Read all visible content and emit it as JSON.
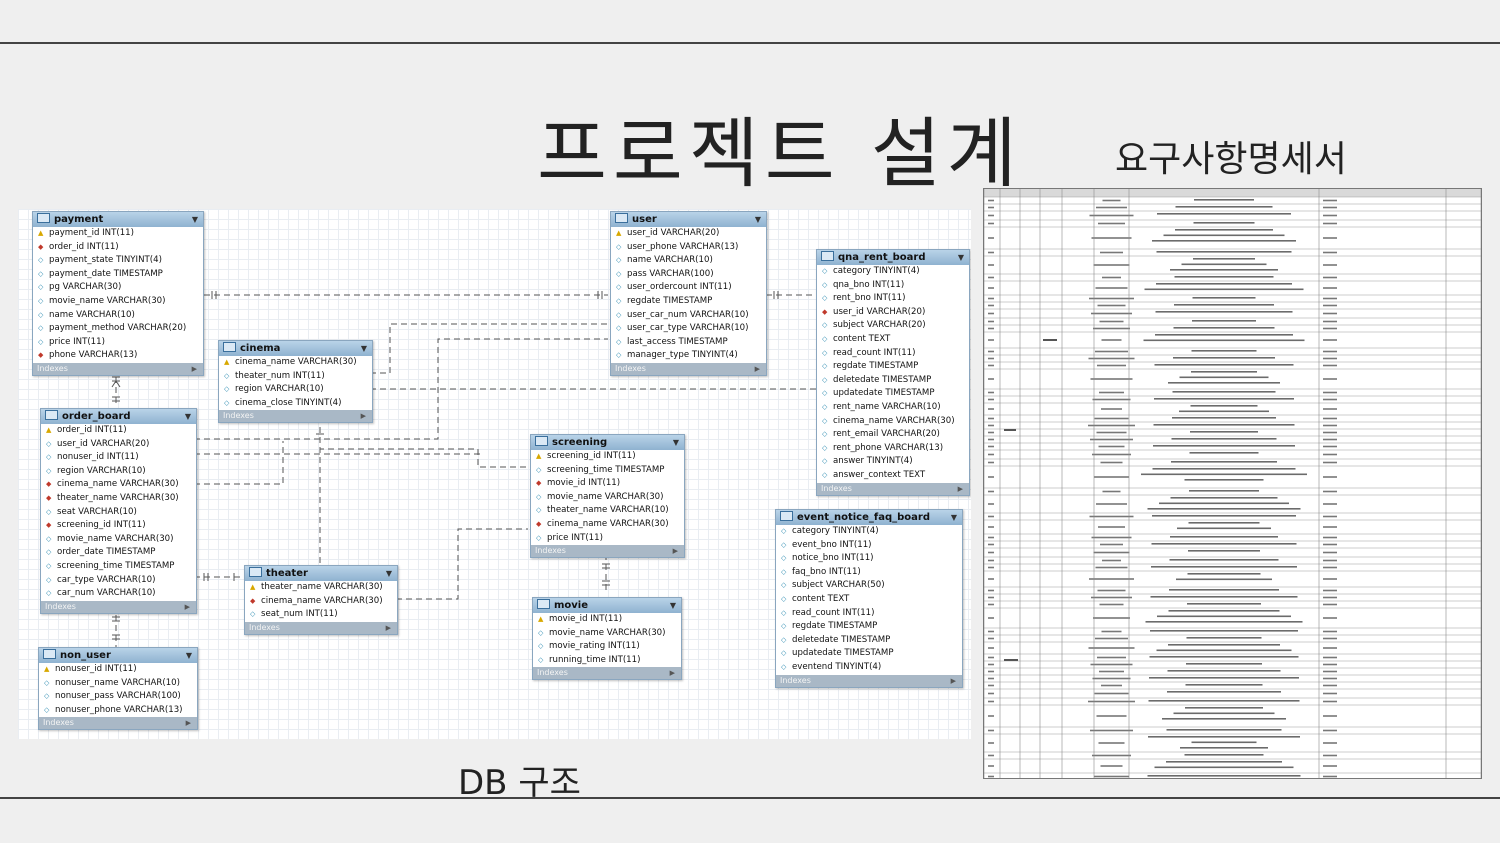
{
  "title": "프로젝트 설계",
  "requirements_label": "요구사항명세서",
  "db_label": "DB 구조",
  "indexes_label": "Indexes",
  "tables": [
    {
      "id": "payment",
      "name": "payment",
      "columns": [
        {
          "t": "pk",
          "text": "payment_id INT(11)"
        },
        {
          "t": "fk",
          "text": "order_id INT(11)"
        },
        {
          "t": "reg",
          "text": "payment_state TINYINT(4)"
        },
        {
          "t": "reg",
          "text": "payment_date TIMESTAMP"
        },
        {
          "t": "reg",
          "text": "pg VARCHAR(30)"
        },
        {
          "t": "reg",
          "text": "movie_name VARCHAR(30)"
        },
        {
          "t": "reg",
          "text": "name VARCHAR(10)"
        },
        {
          "t": "reg",
          "text": "payment_method VARCHAR(20)"
        },
        {
          "t": "reg",
          "text": "price INT(11)"
        },
        {
          "t": "fk",
          "text": "phone VARCHAR(13)"
        }
      ]
    },
    {
      "id": "user",
      "name": "user",
      "columns": [
        {
          "t": "pk",
          "text": "user_id VARCHAR(20)"
        },
        {
          "t": "reg",
          "text": "user_phone VARCHAR(13)"
        },
        {
          "t": "reg",
          "text": "name VARCHAR(10)"
        },
        {
          "t": "reg",
          "text": "pass VARCHAR(100)"
        },
        {
          "t": "reg",
          "text": "user_ordercount INT(11)"
        },
        {
          "t": "reg",
          "text": "regdate TIMESTAMP"
        },
        {
          "t": "reg",
          "text": "user_car_num VARCHAR(10)"
        },
        {
          "t": "reg",
          "text": "user_car_type VARCHAR(10)"
        },
        {
          "t": "reg",
          "text": "last_access TIMESTAMP"
        },
        {
          "t": "reg",
          "text": "manager_type TINYINT(4)"
        }
      ]
    },
    {
      "id": "qna_rent_board",
      "name": "qna_rent_board",
      "columns": [
        {
          "t": "reg",
          "text": "category TINYINT(4)"
        },
        {
          "t": "reg",
          "text": "qna_bno INT(11)"
        },
        {
          "t": "reg",
          "text": "rent_bno INT(11)"
        },
        {
          "t": "fk",
          "text": "user_id VARCHAR(20)"
        },
        {
          "t": "reg",
          "text": "subject VARCHAR(20)"
        },
        {
          "t": "reg",
          "text": "content TEXT"
        },
        {
          "t": "reg",
          "text": "read_count INT(11)"
        },
        {
          "t": "reg",
          "text": "regdate TIMESTAMP"
        },
        {
          "t": "reg",
          "text": "deletedate TIMESTAMP"
        },
        {
          "t": "reg",
          "text": "updatedate TIMESTAMP"
        },
        {
          "t": "reg",
          "text": "rent_name VARCHAR(10)"
        },
        {
          "t": "reg",
          "text": "cinema_name VARCHAR(30)"
        },
        {
          "t": "reg",
          "text": "rent_email VARCHAR(20)"
        },
        {
          "t": "reg",
          "text": "rent_phone VARCHAR(13)"
        },
        {
          "t": "reg",
          "text": "answer TINYINT(4)"
        },
        {
          "t": "reg",
          "text": "answer_context TEXT"
        }
      ]
    },
    {
      "id": "cinema",
      "name": "cinema",
      "columns": [
        {
          "t": "pk",
          "text": "cinema_name VARCHAR(30)"
        },
        {
          "t": "reg",
          "text": "theater_num INT(11)"
        },
        {
          "t": "reg",
          "text": "region VARCHAR(10)"
        },
        {
          "t": "reg",
          "text": "cinema_close TINYINT(4)"
        }
      ]
    },
    {
      "id": "order_board",
      "name": "order_board",
      "columns": [
        {
          "t": "pk",
          "text": "order_id INT(11)"
        },
        {
          "t": "reg",
          "text": "user_id VARCHAR(20)"
        },
        {
          "t": "reg",
          "text": "nonuser_id INT(11)"
        },
        {
          "t": "reg",
          "text": "region VARCHAR(10)"
        },
        {
          "t": "fk",
          "text": "cinema_name VARCHAR(30)"
        },
        {
          "t": "fk",
          "text": "theater_name VARCHAR(30)"
        },
        {
          "t": "reg",
          "text": "seat VARCHAR(10)"
        },
        {
          "t": "fk",
          "text": "screening_id INT(11)"
        },
        {
          "t": "reg",
          "text": "movie_name VARCHAR(30)"
        },
        {
          "t": "reg",
          "text": "order_date TIMESTAMP"
        },
        {
          "t": "reg",
          "text": "screening_time TIMESTAMP"
        },
        {
          "t": "reg",
          "text": "car_type VARCHAR(10)"
        },
        {
          "t": "reg",
          "text": "car_num VARCHAR(10)"
        }
      ]
    },
    {
      "id": "screening",
      "name": "screening",
      "columns": [
        {
          "t": "pk",
          "text": "screening_id INT(11)"
        },
        {
          "t": "reg",
          "text": "screening_time TIMESTAMP"
        },
        {
          "t": "fk",
          "text": "movie_id INT(11)"
        },
        {
          "t": "reg",
          "text": "movie_name VARCHAR(30)"
        },
        {
          "t": "reg",
          "text": "theater_name VARCHAR(10)"
        },
        {
          "t": "fk",
          "text": "cinema_name VARCHAR(30)"
        },
        {
          "t": "reg",
          "text": "price INT(11)"
        }
      ]
    },
    {
      "id": "theater",
      "name": "theater",
      "columns": [
        {
          "t": "pk",
          "text": "theater_name VARCHAR(30)"
        },
        {
          "t": "fk",
          "text": "cinema_name VARCHAR(30)"
        },
        {
          "t": "reg",
          "text": "seat_num INT(11)"
        }
      ]
    },
    {
      "id": "event_notice_faq_board",
      "name": "event_notice_faq_board",
      "columns": [
        {
          "t": "reg",
          "text": "category TINYINT(4)"
        },
        {
          "t": "reg",
          "text": "event_bno INT(11)"
        },
        {
          "t": "reg",
          "text": "notice_bno INT(11)"
        },
        {
          "t": "reg",
          "text": "faq_bno INT(11)"
        },
        {
          "t": "reg",
          "text": "subject VARCHAR(50)"
        },
        {
          "t": "reg",
          "text": "content TEXT"
        },
        {
          "t": "reg",
          "text": "read_count INT(11)"
        },
        {
          "t": "reg",
          "text": "regdate TIMESTAMP"
        },
        {
          "t": "reg",
          "text": "deletedate TIMESTAMP"
        },
        {
          "t": "reg",
          "text": "updatedate TIMESTAMP"
        },
        {
          "t": "reg",
          "text": "eventend TINYINT(4)"
        }
      ]
    },
    {
      "id": "movie",
      "name": "movie",
      "columns": [
        {
          "t": "pk",
          "text": "movie_id INT(11)"
        },
        {
          "t": "reg",
          "text": "movie_name VARCHAR(30)"
        },
        {
          "t": "reg",
          "text": "movie_rating INT(11)"
        },
        {
          "t": "reg",
          "text": "running_time INT(11)"
        }
      ]
    },
    {
      "id": "non_user",
      "name": "non_user",
      "columns": [
        {
          "t": "pk",
          "text": "nonuser_id INT(11)"
        },
        {
          "t": "reg",
          "text": "nonuser_name VARCHAR(10)"
        },
        {
          "t": "reg",
          "text": "nonuser_pass VARCHAR(100)"
        },
        {
          "t": "reg",
          "text": "nonuser_phone VARCHAR(13)"
        }
      ]
    }
  ]
}
